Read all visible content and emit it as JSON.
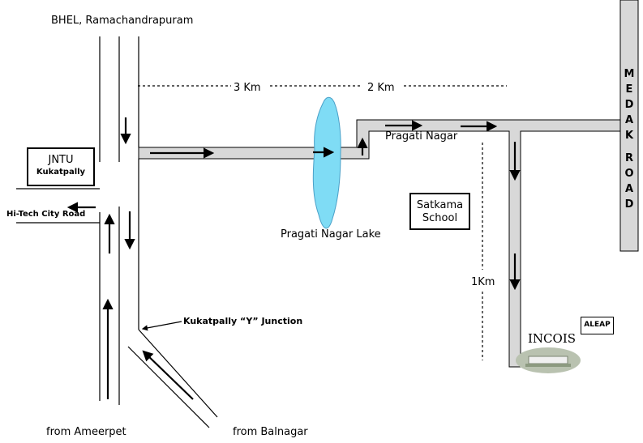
{
  "labels": {
    "bhel": "BHEL, Ramachandrapuram",
    "dist_3km": "3 Km",
    "dist_2km": "2 Km",
    "pragati_nagar": "Pragati Nagar",
    "pragati_nagar_lake": "Pragati Nagar Lake",
    "hitech_city_road": "Hi-Tech City Road",
    "kukatpally_y_junction": "Kukatpally “Y” Junction",
    "dist_1km": "1Km",
    "incois": "INCOIS",
    "from_ameerpet": "from Ameerpet",
    "from_balnagar": "from Balnagar"
  },
  "boxes": {
    "jntu_line1": "JNTU",
    "jntu_line2": "Kukatpally",
    "satkama_line1": "Satkama",
    "satkama_line2": "School",
    "aleap": "ALEAP"
  },
  "medak_road": [
    "M",
    "E",
    "D",
    "A",
    "K",
    "",
    "R",
    "O",
    "A",
    "D"
  ],
  "colors": {
    "road_fill": "#d8d8d8",
    "lake_fill": "#7fdcf5",
    "lake_stroke": "#4aa0c8",
    "line": "#000000"
  }
}
